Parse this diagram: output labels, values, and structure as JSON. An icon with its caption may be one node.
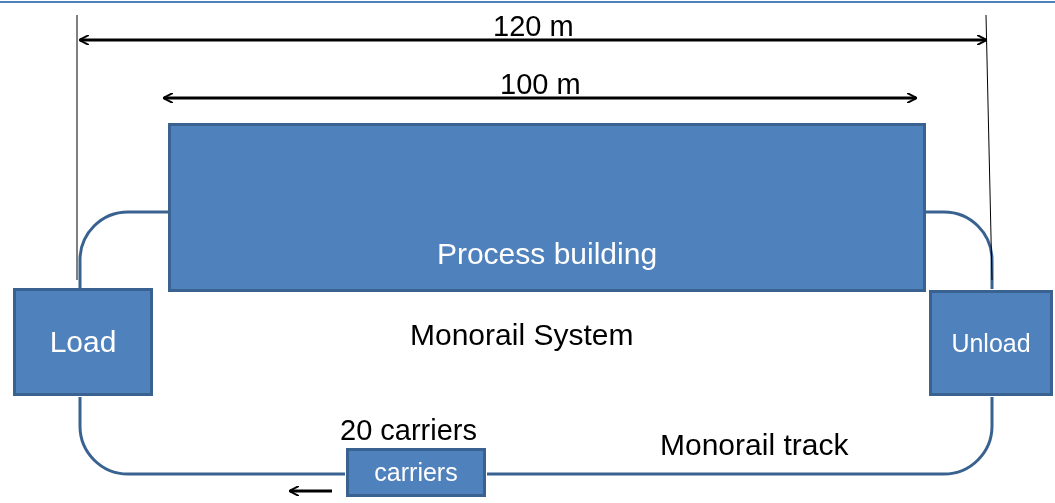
{
  "diagram": {
    "nodes": [
      {
        "text": [
          "Process building"
        ]
      },
      {
        "text": [
          "Load"
        ]
      },
      {
        "text": [
          "Unload"
        ]
      },
      {
        "text": [
          "carriers"
        ],
        "beside": [
          "20 carriers"
        ]
      }
    ],
    "edges": [
      {
        "from": 1,
        "to": 0,
        "arrow": "none"
      },
      {
        "from": 0,
        "to": 2,
        "arrow": "none"
      },
      {
        "from": 2,
        "to": 3,
        "arrow": "none"
      },
      {
        "from": 3,
        "to": 1,
        "arrow": "none"
      }
    ],
    "labels": [
      "120 m",
      "100 m",
      "Monorail System",
      "Monorail track"
    ]
  }
}
